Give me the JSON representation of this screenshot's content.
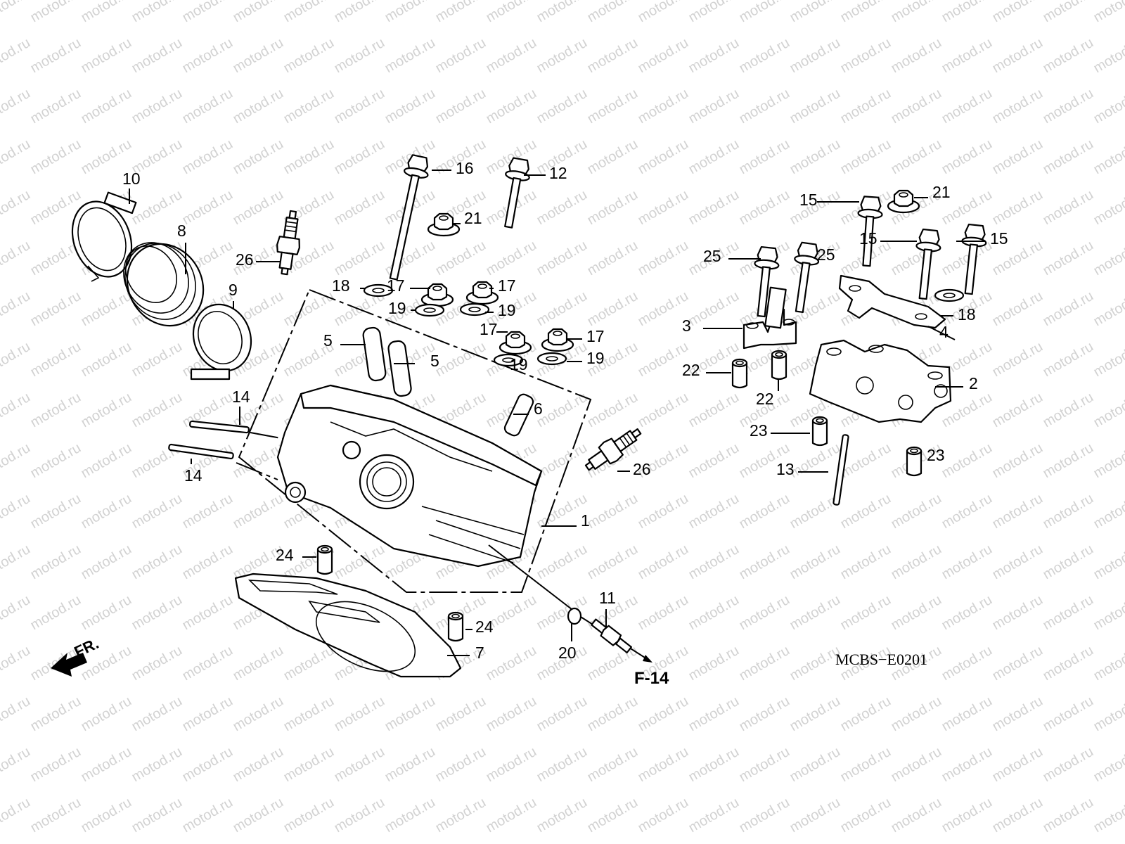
{
  "diagram": {
    "title": "Rear cylinder head exploded view",
    "watermark": "motod.ru",
    "diagram_code": "MCBS−E0201",
    "reference_label": "F-14",
    "direction_label": "FR.",
    "direction_icon": "front-arrow-icon",
    "callouts": [
      {
        "id": "c1",
        "label": "1",
        "part": "cylinder-head"
      },
      {
        "id": "c2",
        "label": "2",
        "part": "rocker-arm-holder"
      },
      {
        "id": "c3",
        "label": "3",
        "part": "rocker-shaft-holder"
      },
      {
        "id": "c4",
        "label": "4",
        "part": "cam-holder-plate"
      },
      {
        "id": "c5a",
        "label": "5",
        "part": "valve-guide"
      },
      {
        "id": "c5b",
        "label": "5",
        "part": "valve-guide"
      },
      {
        "id": "c6",
        "label": "6",
        "part": "oil-pipe-guide"
      },
      {
        "id": "c7",
        "label": "7",
        "part": "cylinder-head-gasket"
      },
      {
        "id": "c8",
        "label": "8",
        "part": "insulator"
      },
      {
        "id": "c9",
        "label": "9",
        "part": "band-clamp"
      },
      {
        "id": "c10",
        "label": "10",
        "part": "band-clamp"
      },
      {
        "id": "c11",
        "label": "11",
        "part": "joint-bolt"
      },
      {
        "id": "c12",
        "label": "12",
        "part": "flange-bolt"
      },
      {
        "id": "c13",
        "label": "13",
        "part": "stud-bolt"
      },
      {
        "id": "c14a",
        "label": "14",
        "part": "stud-bolt"
      },
      {
        "id": "c14b",
        "label": "14",
        "part": "stud-bolt"
      },
      {
        "id": "c15a",
        "label": "15",
        "part": "flange-bolt"
      },
      {
        "id": "c15b",
        "label": "15",
        "part": "flange-bolt"
      },
      {
        "id": "c15c",
        "label": "15",
        "part": "flange-bolt"
      },
      {
        "id": "c16",
        "label": "16",
        "part": "long-bolt"
      },
      {
        "id": "c17a",
        "label": "17",
        "part": "cap-nut"
      },
      {
        "id": "c17b",
        "label": "17",
        "part": "cap-nut"
      },
      {
        "id": "c17c",
        "label": "17",
        "part": "cap-nut"
      },
      {
        "id": "c17d",
        "label": "17",
        "part": "cap-nut"
      },
      {
        "id": "c18a",
        "label": "18",
        "part": "washer"
      },
      {
        "id": "c18b",
        "label": "18",
        "part": "washer"
      },
      {
        "id": "c19a",
        "label": "19",
        "part": "washer"
      },
      {
        "id": "c19b",
        "label": "19",
        "part": "washer"
      },
      {
        "id": "c19c",
        "label": "19",
        "part": "washer"
      },
      {
        "id": "c19d",
        "label": "19",
        "part": "washer"
      },
      {
        "id": "c20",
        "label": "20",
        "part": "sealing-washer"
      },
      {
        "id": "c21a",
        "label": "21",
        "part": "flange-nut"
      },
      {
        "id": "c21b",
        "label": "21",
        "part": "flange-nut"
      },
      {
        "id": "c22a",
        "label": "22",
        "part": "dowel-pin"
      },
      {
        "id": "c22b",
        "label": "22",
        "part": "dowel-pin"
      },
      {
        "id": "c23a",
        "label": "23",
        "part": "dowel-pin"
      },
      {
        "id": "c23b",
        "label": "23",
        "part": "dowel-pin"
      },
      {
        "id": "c24a",
        "label": "24",
        "part": "dowel-pin"
      },
      {
        "id": "c24b",
        "label": "24",
        "part": "dowel-pin"
      },
      {
        "id": "c25a",
        "label": "25",
        "part": "flange-bolt"
      },
      {
        "id": "c25b",
        "label": "25",
        "part": "flange-bolt"
      },
      {
        "id": "c26a",
        "label": "26",
        "part": "spark-plug"
      },
      {
        "id": "c26b",
        "label": "26",
        "part": "spark-plug"
      }
    ]
  }
}
